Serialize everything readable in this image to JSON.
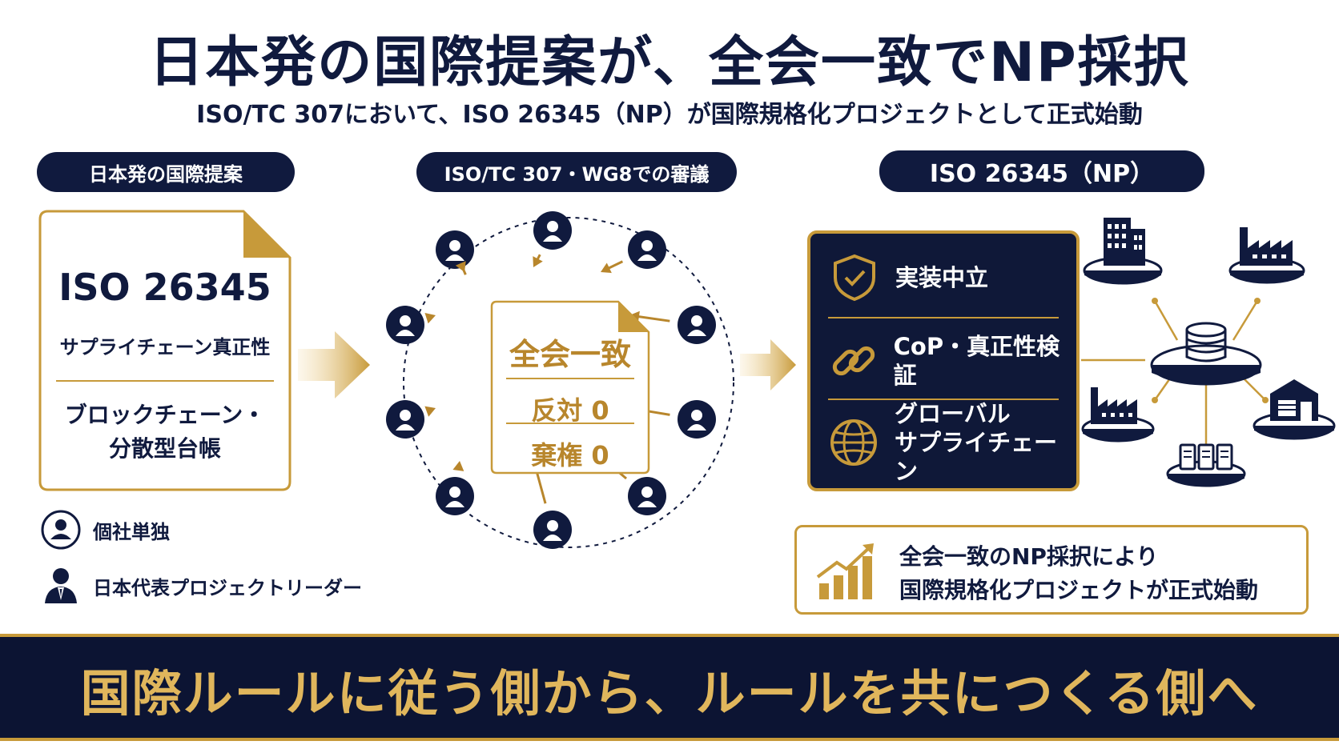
{
  "header": {
    "title": "日本発の国際提案が、全会一致でNP採択",
    "subtitle": "ISO/TC 307において、ISO 26345（NP）が国際規格化プロジェクトとして正式始動"
  },
  "columns": {
    "left_label": "日本発の国際提案",
    "center_label": "ISO/TC 307・WG8での審議",
    "right_label": "ISO 26345（NP）"
  },
  "document": {
    "code": "ISO 26345",
    "line1": "サプライチェーン真正性",
    "line2": "ブロックチェーン・\n分散型台帳"
  },
  "legend": {
    "item1": "個社単独",
    "item2": "日本代表プロジェクトリーダー",
    "icon1": "person-circle-icon",
    "icon2": "person-suit-icon"
  },
  "vote": {
    "main": "全会一致",
    "against": "反対 0",
    "abstain": "棄権 0"
  },
  "panel": {
    "row1": {
      "icon": "shield-check-icon",
      "label": "実装中立"
    },
    "row2": {
      "icon": "chain-link-icon",
      "label": "CoP・真正性検証"
    },
    "row3": {
      "icon": "globe-icon",
      "label": "グローバル\nサプライチェーン"
    }
  },
  "network_icons": [
    "office-building-icon",
    "factory-icon",
    "database-icon",
    "factory-icon",
    "warehouse-icon",
    "server-icon"
  ],
  "result": {
    "icon": "growth-chart-icon",
    "text": "全会一致のNP採択により\n国際規格化プロジェクトが正式始動"
  },
  "banner": {
    "text": "国際ルールに従う側から、ルールを共につくる側へ"
  },
  "colors": {
    "navy": "#101a3e",
    "gold": "#c79a3a",
    "gold_text": "#e0b65c"
  }
}
